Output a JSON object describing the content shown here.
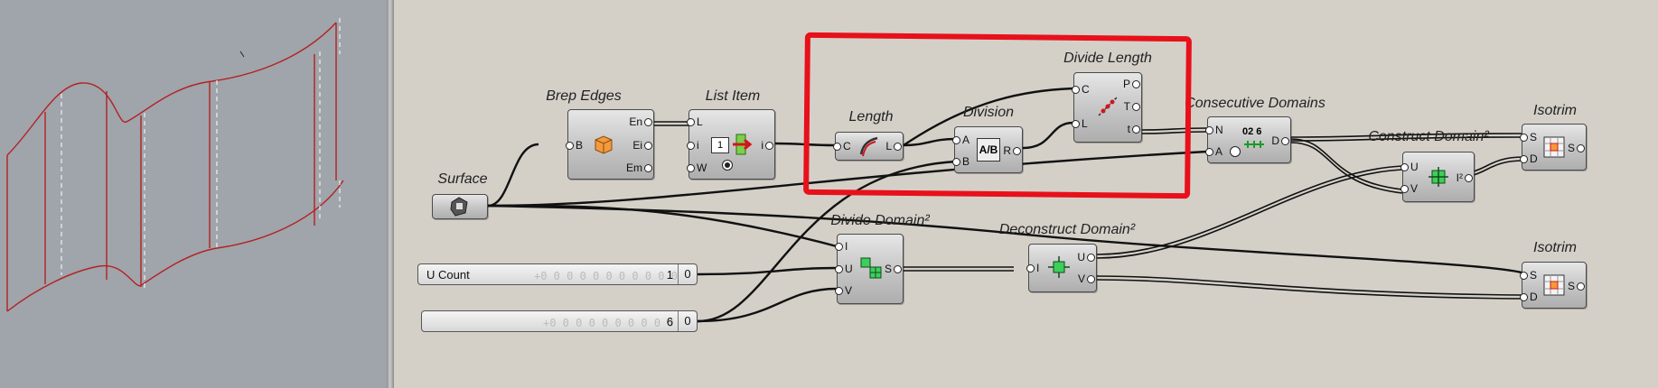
{
  "components": {
    "surface": {
      "title": "Surface"
    },
    "brep_edges": {
      "title": "Brep Edges",
      "inputs": [
        "B"
      ],
      "outputs": [
        "En",
        "Ei",
        "Em"
      ]
    },
    "list_item": {
      "title": "List Item",
      "inputs": [
        "L",
        "i",
        "W"
      ],
      "outputs": [
        "i"
      ],
      "index_value": "1"
    },
    "length": {
      "title": "Length",
      "inputs": [
        "C"
      ],
      "outputs": [
        "L"
      ]
    },
    "division": {
      "title": "Division",
      "inputs": [
        "A",
        "B"
      ],
      "outputs": [
        "R"
      ]
    },
    "divide_length": {
      "title": "Divide Length",
      "inputs": [
        "C",
        "L"
      ],
      "outputs": [
        "P",
        "T",
        "t"
      ]
    },
    "consecutive_domains": {
      "title": "Consecutive Domains",
      "inputs": [
        "N",
        "A"
      ],
      "outputs": [
        "D"
      ],
      "icon_text": "02 6"
    },
    "construct_domain2": {
      "title": "Construct Domain²",
      "inputs": [
        "U",
        "V"
      ],
      "outputs": [
        "I²"
      ]
    },
    "isotrim_1": {
      "title": "Isotrim",
      "inputs": [
        "S",
        "D"
      ],
      "outputs": [
        "S"
      ]
    },
    "divide_domain2": {
      "title": "Divide Domain²",
      "inputs": [
        "I",
        "U",
        "V"
      ],
      "outputs": [
        "S"
      ]
    },
    "deconstruct_domain2": {
      "title": "Deconstruct Domain²",
      "inputs": [
        "I"
      ],
      "outputs": [
        "U",
        "V"
      ]
    },
    "isotrim_2": {
      "title": "Isotrim",
      "inputs": [
        "S",
        "D"
      ],
      "outputs": [
        "S"
      ]
    }
  },
  "sliders": [
    {
      "label": "U Count",
      "track": "+0 0 0 0 0 0 0 0 0 0 0",
      "value": "1",
      "end": "0"
    },
    {
      "label": "",
      "track": "+0 0 0 0 0 0 0 0 0 0",
      "value": "6",
      "end": "0"
    }
  ],
  "colors": {
    "highlight": "#e8101a",
    "wire": "#111111",
    "canvas": "#d4d0c8",
    "viewport": "#a0a4ab",
    "geometry": "#b22222"
  }
}
